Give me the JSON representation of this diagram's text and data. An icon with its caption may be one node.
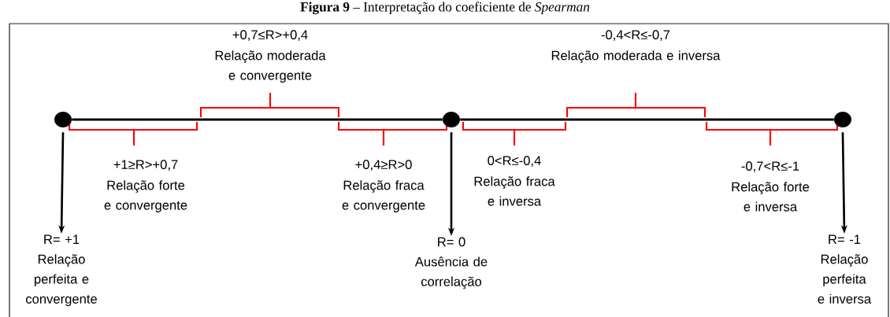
{
  "diagram": {
    "title": "**Figura 9** – Interpretação do coeficiente de *Spearman*",
    "nodes": [
      {
        "text": [],
        "shape": "circle"
      },
      {
        "text": [],
        "shape": "circle"
      },
      {
        "text": [],
        "shape": "circle"
      },
      {
        "text": [
          "R= +1",
          "Relação perfeita e convergente"
        ]
      },
      {
        "text": [
          "R= 0",
          "Ausência de correlação"
        ]
      },
      {
        "text": [
          "R= -1",
          "Relação perfeita e inversa"
        ]
      }
    ],
    "edges": [
      {
        "from": 0,
        "to": 1,
        "arrow": "none"
      },
      {
        "from": 1,
        "to": 2,
        "arrow": "none"
      },
      {
        "from": 0,
        "to": 3,
        "arrow": "to"
      },
      {
        "from": 1,
        "to": 4,
        "arrow": "to"
      },
      {
        "from": 2,
        "to": 5,
        "arrow": "to"
      }
    ],
    "labels": [
      "+0,7≤R>+0,4",
      "Relação moderada e convergente",
      "-0,4<R≤-0,7",
      "Relação moderada e inversa",
      "+1≥R>+0,7",
      "Relação forte e convergente",
      "+0,4≥R>0",
      "Relação fraca e convergente",
      "0<R≤-0,4",
      "Relação fraca e inversa",
      "-0,7<R≤-1",
      "Relação forte e inversa"
    ]
  }
}
